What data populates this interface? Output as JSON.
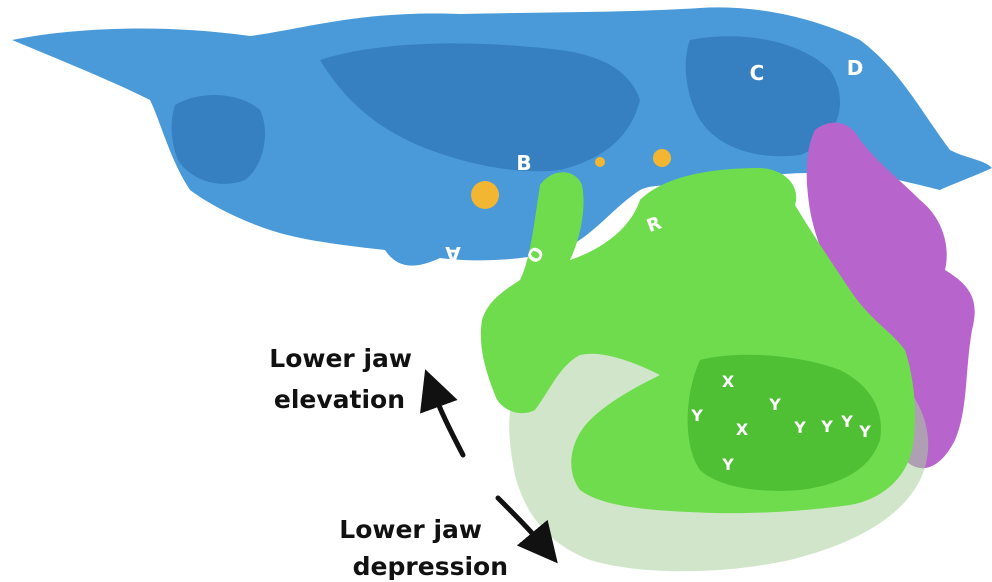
{
  "labels": {
    "elevation_line1": "Lower jaw",
    "elevation_line2": "elevation",
    "depression_line1": "Lower jaw",
    "depression_line2": "depression"
  },
  "markers": {
    "a": "A",
    "b": "B",
    "c": "C",
    "d": "D",
    "o": "O",
    "r": "R",
    "x1": "X",
    "x2": "X",
    "y1": "Y",
    "y2": "Y",
    "y3": "Y",
    "y4": "Y",
    "y5": "Y",
    "y6": "Y",
    "y7": "Y"
  },
  "colors": {
    "skull": "#4a9ad9",
    "skull_shade": "#3680c2",
    "foramen": "#f2b632",
    "jaw": "#6fdc4e",
    "jaw_shade": "#4fbf34",
    "jaw_ghost": "#a9cf9c",
    "hyoid": "#b765cc",
    "hyoid_shade": "#9a4db3",
    "text": "#111111",
    "marker_text": "#ffffff"
  }
}
